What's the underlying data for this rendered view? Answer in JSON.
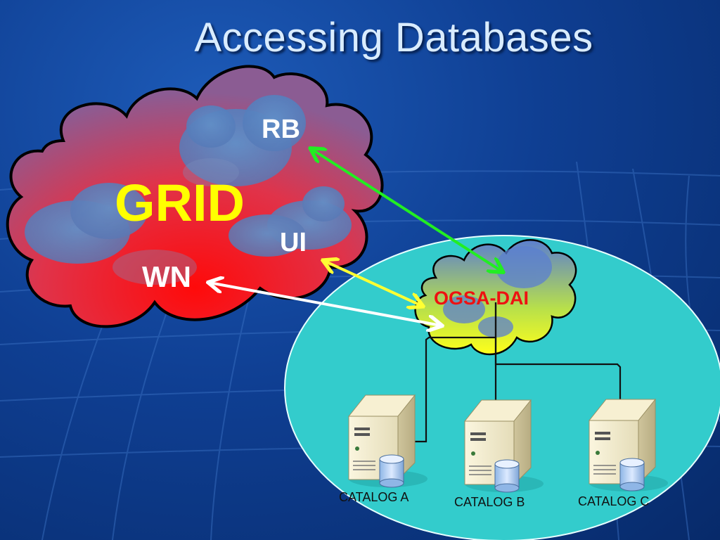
{
  "title": "Accessing Databases",
  "labels": {
    "grid": "GRID",
    "rb": "RB",
    "ui": "UI",
    "wn": "WN",
    "ogsa_dai": "OGSA-DAI"
  },
  "catalogs": [
    "CATALOG A",
    "CATALOG B",
    "CATALOG C"
  ],
  "colors": {
    "background": "#0f3f93",
    "title": "#d9ecff",
    "grid_label": "#ffff00",
    "ogsa_label": "#ee1111",
    "cloud_red": "#f01616",
    "ellipse": "#33cccc",
    "arrow_rb": "#22ee22",
    "arrow_ui": "#ffff33",
    "arrow_wn": "#ffffff"
  },
  "icons": [
    "server-icon",
    "database-icon"
  ]
}
